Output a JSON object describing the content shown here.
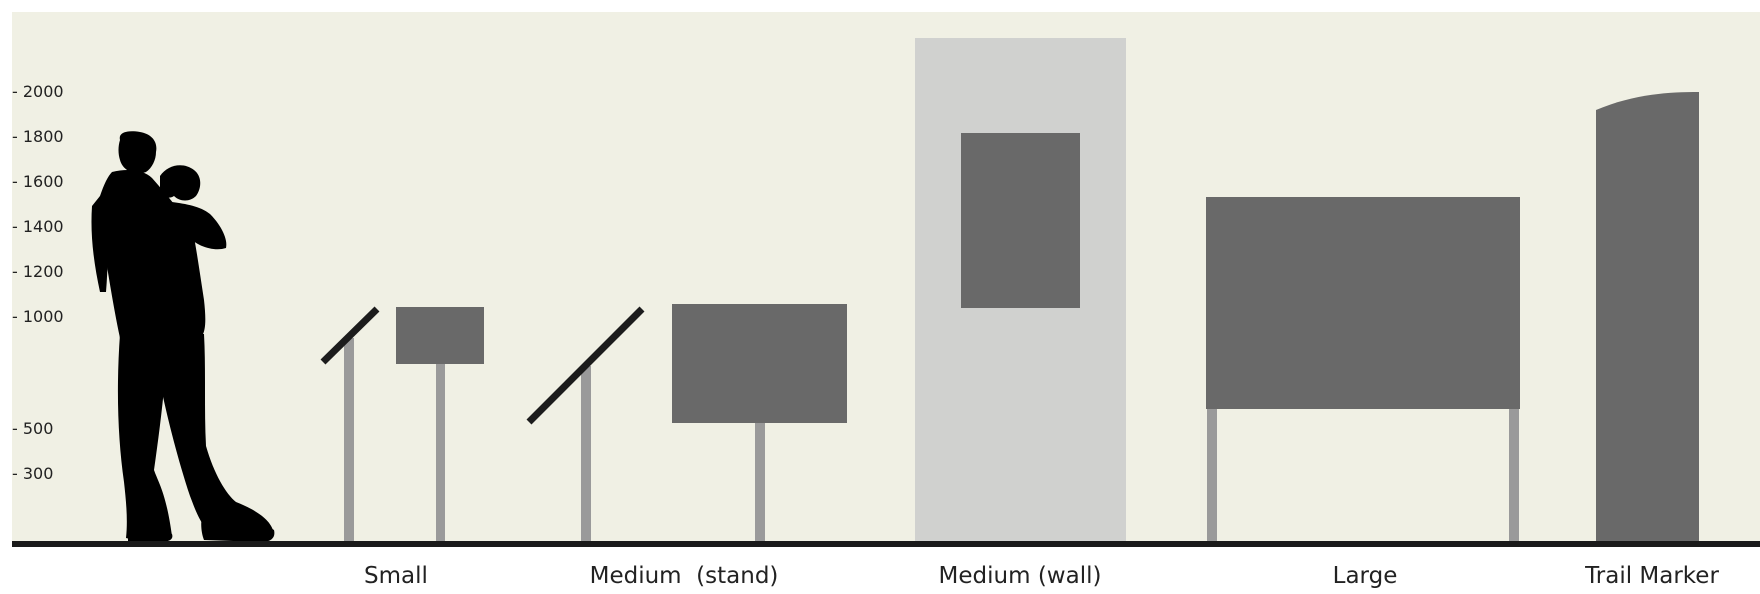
{
  "scale": {
    "tick_labels": [
      "- 2000",
      "- 1800",
      "- 1600",
      "- 1400",
      "- 1200",
      "- 1000",
      "- 500",
      "- 300"
    ]
  },
  "signs": {
    "small": "Small",
    "medium_stand": "Medium  (stand)",
    "medium_wall": "Medium (wall)",
    "large": "Large",
    "trail_marker": "Trail Marker"
  },
  "colors": {
    "background": "#f0f0e4",
    "panel": "#696969",
    "post": "#9a9a9a",
    "wall": "#d0d1cf",
    "ground": "#1a1a1a",
    "silhouette": "#000000"
  },
  "icons": {
    "person": "person-photographing-silhouette-icon"
  }
}
